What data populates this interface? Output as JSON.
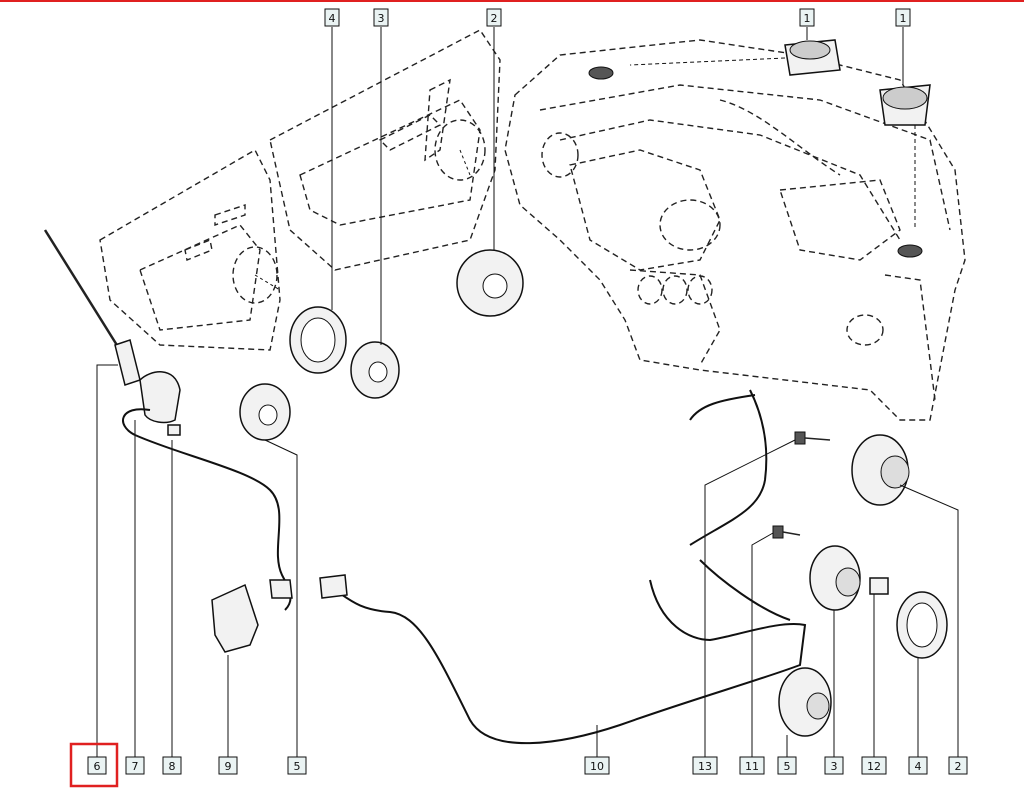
{
  "callouts": {
    "top_1a": "1",
    "top_1b": "1",
    "top_4": "4",
    "top_3": "3",
    "top_2": "2",
    "bottom_6": "6",
    "bottom_7": "7",
    "bottom_8": "8",
    "bottom_9": "9",
    "bottom_5a": "5",
    "bottom_10": "10",
    "bottom_13": "13",
    "bottom_11": "11",
    "bottom_5b": "5",
    "bottom_3": "3",
    "bottom_12": "12",
    "bottom_4": "4",
    "bottom_2": "2"
  },
  "highlighted_callout": "6",
  "colors": {
    "highlight": "#e02020",
    "callout_fill": "#eaf3f3",
    "line": "#111111"
  }
}
